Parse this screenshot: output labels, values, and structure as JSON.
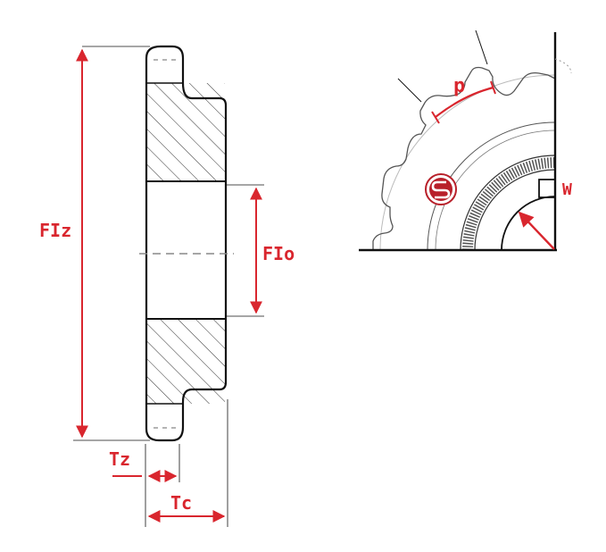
{
  "labels": {
    "outer_diameter": "FIz",
    "bore_diameter": "FIo",
    "tooth_width": "Tz",
    "hub_width": "Tc",
    "pitch": "p",
    "keyway": "W"
  },
  "colors": {
    "dimension": "#d9262e",
    "outline": "#111111",
    "hatch": "#333333",
    "centerline": "#888888",
    "circle": "#bbbbbb"
  },
  "icons": {
    "logo": "brand-logo-icon"
  }
}
